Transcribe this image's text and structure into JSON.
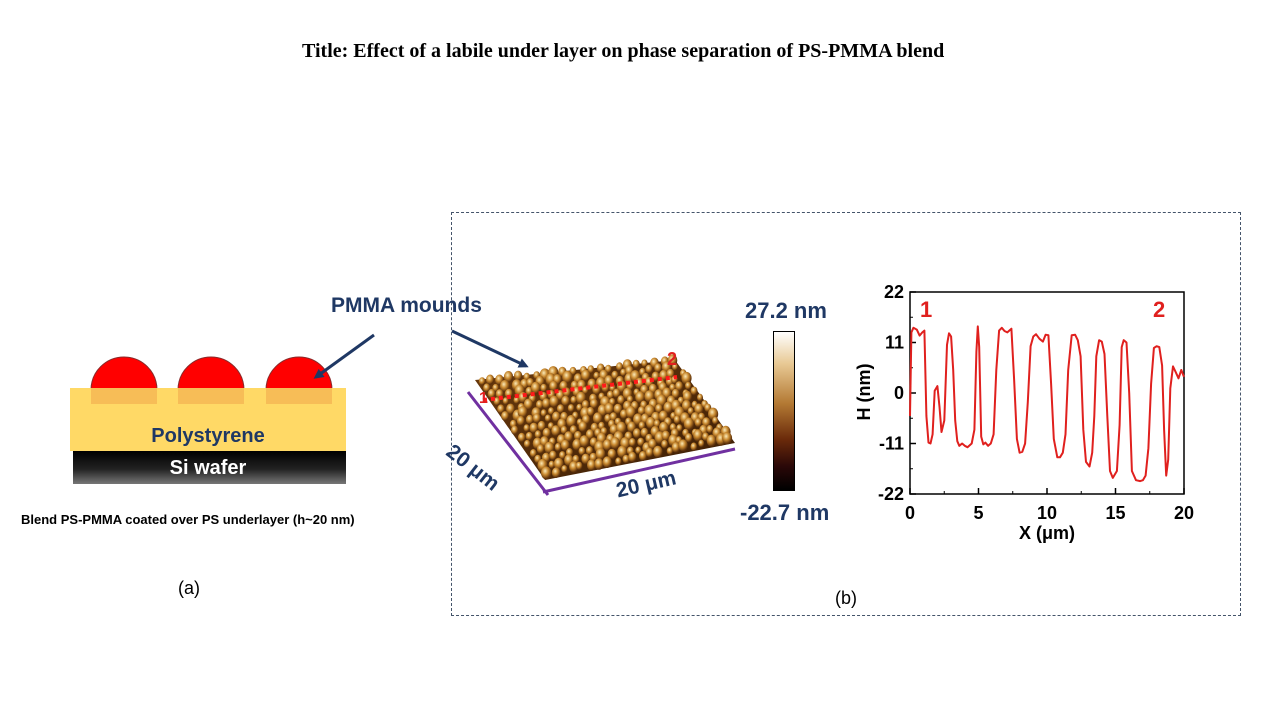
{
  "title": "Title: Effect of a labile under layer on phase separation of PS-PMMA blend",
  "panel_a": {
    "layer_top_label": "Polystyrene",
    "layer_bottom_label": "Si wafer",
    "caption": "Blend PS-PMMA coated over PS underlayer (h~20 nm)",
    "panel_label": "(a)"
  },
  "annotation": "PMMA mounds",
  "panel_b": {
    "panel_label": "(b)",
    "afm": {
      "x_size": "20 μm",
      "y_size": "20 μm",
      "marker_start": "1",
      "marker_end": "2"
    },
    "colorbar": {
      "max_label": "27.2 nm",
      "min_label": "-22.7 nm"
    }
  },
  "chart_data": {
    "type": "line",
    "xlabel": "X (μm)",
    "ylabel": "H (nm)",
    "xlim": [
      0,
      20
    ],
    "ylim": [
      -22,
      22
    ],
    "xticks": [
      0,
      5,
      10,
      15,
      20
    ],
    "yticks": [
      22,
      11,
      0,
      -11,
      -22
    ],
    "annotations": [
      "1",
      "2"
    ],
    "color": "#e0201e",
    "series": [
      {
        "x": [
          0,
          0.1,
          0.25,
          0.5,
          0.7,
          0.9,
          1.05,
          1.2,
          1.35,
          1.5,
          1.65,
          1.8,
          2.0,
          2.15,
          2.3,
          2.5,
          2.7,
          2.85,
          3.0,
          3.15,
          3.3,
          3.45,
          3.6,
          3.8,
          4.0,
          4.2,
          4.5,
          4.7,
          4.85,
          4.95,
          5.05,
          5.2,
          5.35,
          5.5,
          5.7,
          5.9,
          6.1,
          6.3,
          6.5,
          6.7,
          6.9,
          7.1,
          7.4,
          7.6,
          7.8,
          8.0,
          8.2,
          8.4,
          8.6,
          8.8,
          9.0,
          9.2,
          9.45,
          9.7,
          9.9,
          10.1,
          10.3,
          10.5,
          10.75,
          10.95,
          11.15,
          11.35,
          11.55,
          11.8,
          12.05,
          12.25,
          12.45,
          12.65,
          12.85,
          13.1,
          13.3,
          13.45,
          13.6,
          13.8,
          14.0,
          14.2,
          14.4,
          14.6,
          14.8,
          15.1,
          15.3,
          15.45,
          15.6,
          15.8,
          16.0,
          16.2,
          16.5,
          16.8,
          17.0,
          17.2,
          17.4,
          17.6,
          17.8,
          18.0,
          18.2,
          18.4,
          18.55,
          18.7,
          18.85,
          19.0,
          19.2,
          19.4,
          19.6,
          19.8,
          20.0
        ],
        "y": [
          -5,
          13.2,
          14.2,
          13.8,
          12.5,
          13.2,
          13.6,
          -5,
          -10.8,
          -11,
          -9,
          0.5,
          1.5,
          -3,
          -8.5,
          -6,
          10.5,
          13,
          12.3,
          5,
          -6,
          -10.5,
          -11.5,
          -11,
          -11.5,
          -11.8,
          -11,
          -8,
          9,
          14.5,
          10,
          -9.5,
          -11.2,
          -10.8,
          -11.5,
          -11,
          -9,
          5,
          13.6,
          14.2,
          13.5,
          13.2,
          14,
          3,
          -10,
          -13,
          -12.8,
          -11,
          -2,
          10.2,
          12.3,
          12.8,
          11.8,
          11.2,
          12.7,
          12.6,
          2,
          -10,
          -14,
          -14,
          -13,
          -9,
          5,
          12.6,
          12.7,
          11.5,
          8,
          -8,
          -15,
          -16,
          -13,
          -5,
          8,
          11.5,
          11.2,
          8.5,
          -5,
          -17,
          -18.5,
          -17,
          -7,
          10,
          11.5,
          11,
          0,
          -17,
          -19,
          -19.2,
          -19,
          -18,
          -12,
          2,
          9.8,
          10.2,
          10,
          6,
          -8,
          -18,
          -14.5,
          1,
          5.8,
          4.5,
          3.2,
          5,
          3.5
        ]
      }
    ]
  }
}
